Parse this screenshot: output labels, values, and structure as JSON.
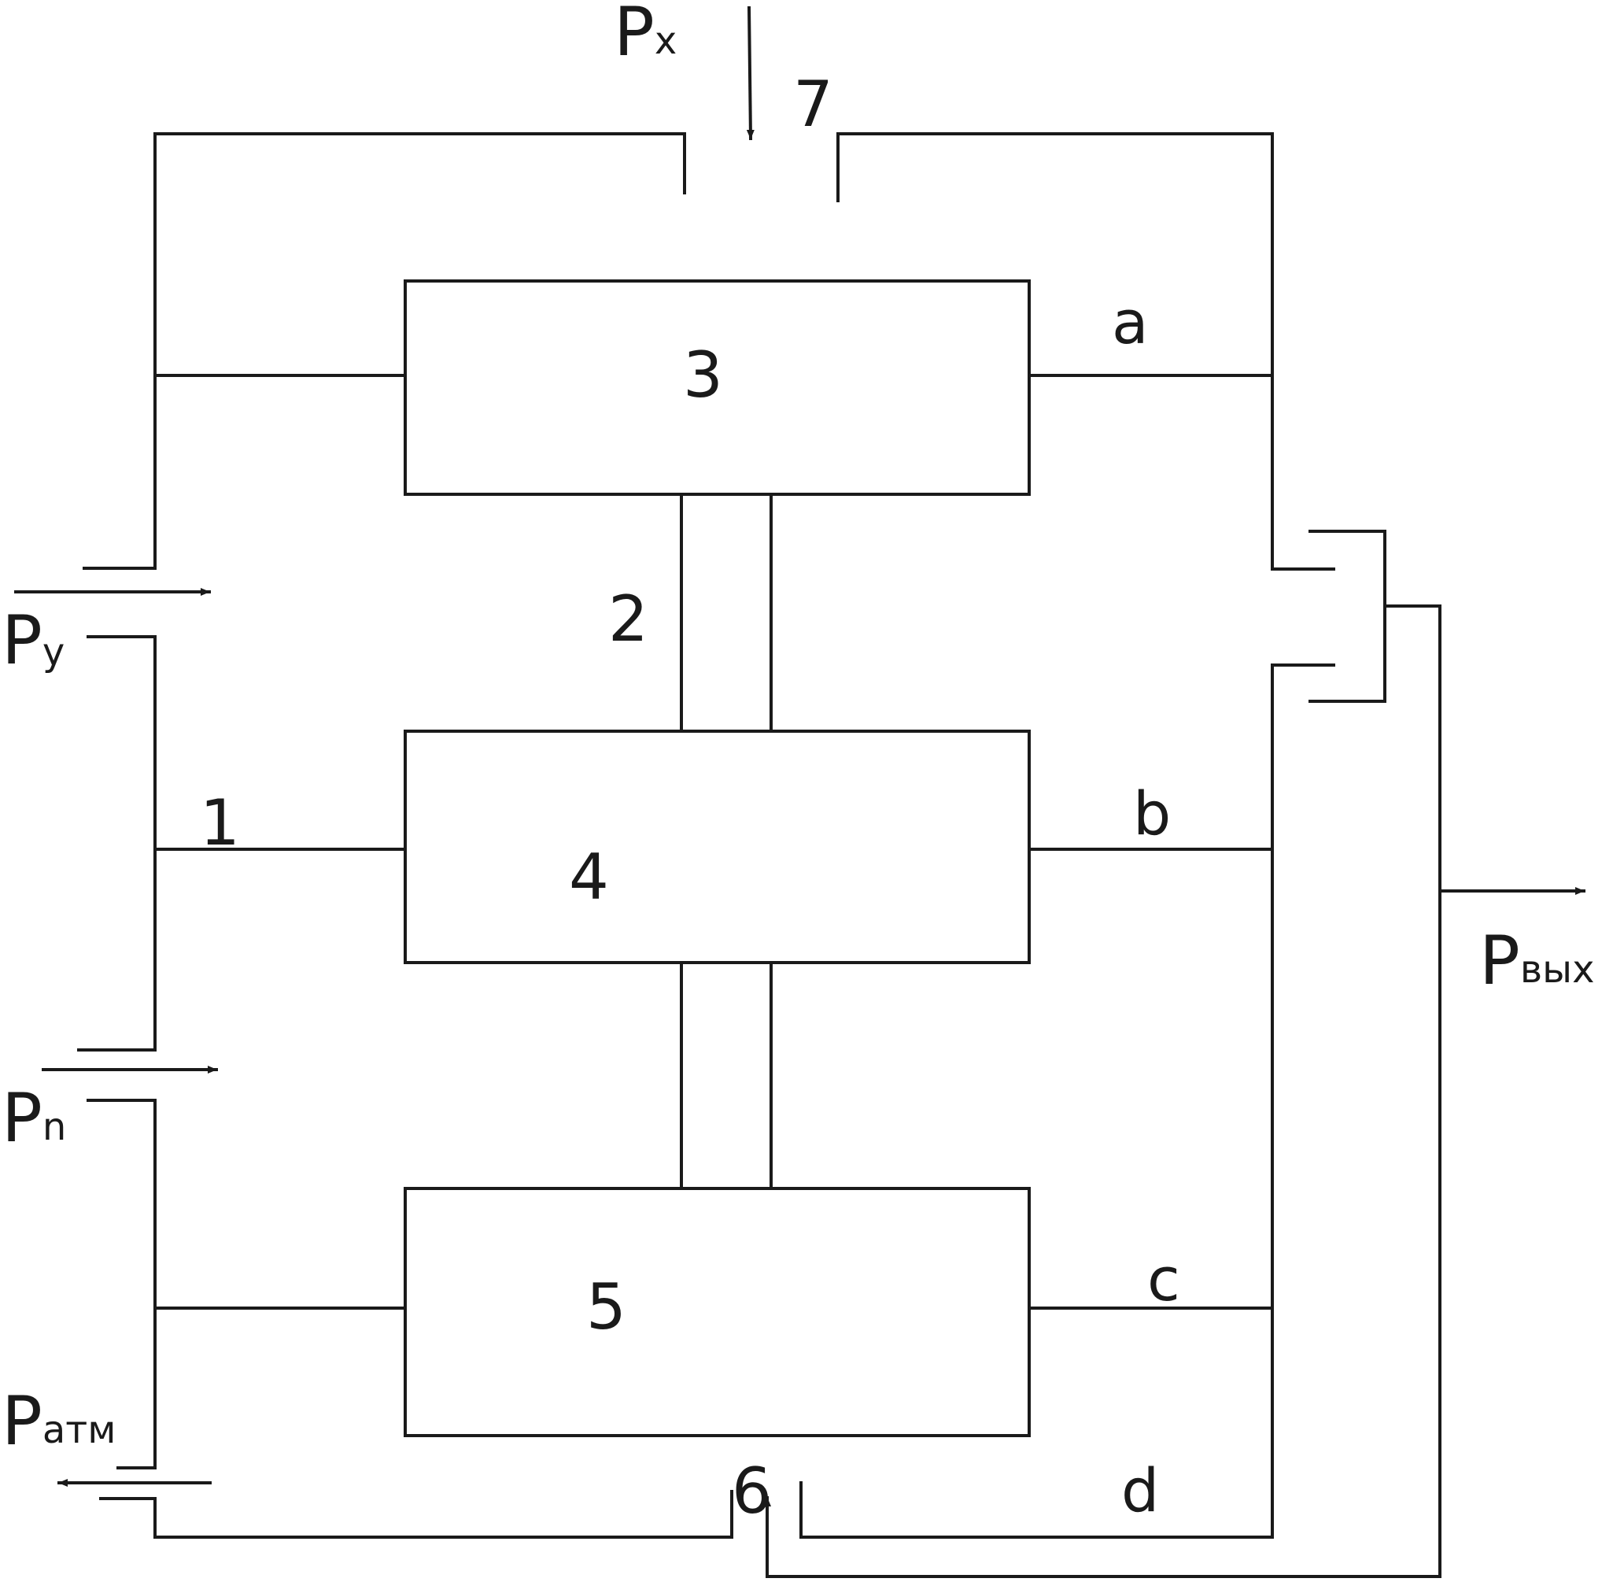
{
  "colors": {
    "line": "#1a1a1a",
    "background": "#ffffff"
  },
  "blocks": {
    "block3": "3",
    "block4": "4",
    "block5": "5"
  },
  "numbers": {
    "n1": "1",
    "n2": "2",
    "n6": "6",
    "n7": "7"
  },
  "ports": {
    "a": "a",
    "b": "b",
    "c": "c",
    "d": "d"
  },
  "signals": {
    "px": {
      "main": "P",
      "sub": "x"
    },
    "py": {
      "main": "P",
      "sub": "y"
    },
    "pn": {
      "main": "P",
      "sub": "n"
    },
    "patm": {
      "main": "P",
      "sub": "атм"
    },
    "pout": {
      "main": "P",
      "sub": "вых"
    }
  }
}
